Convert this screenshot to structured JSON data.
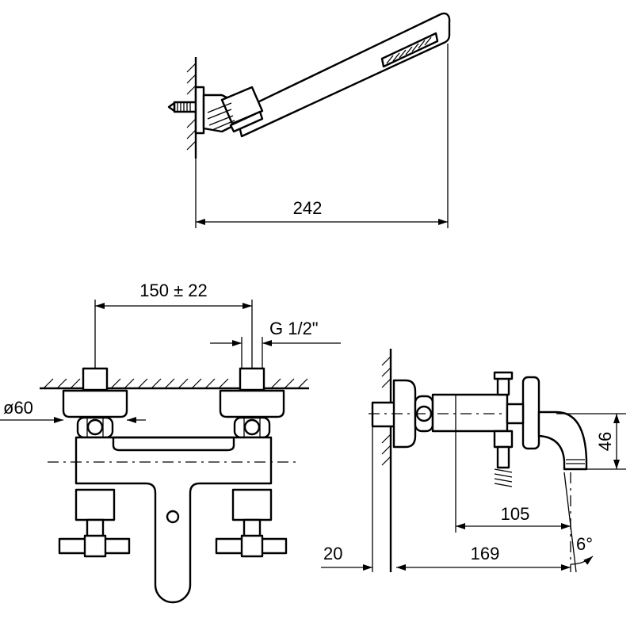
{
  "colors": {
    "ink": "#000000",
    "paper": "#ffffff"
  },
  "dimensions": {
    "hand_shower_length": "242",
    "inlet_spacing": "150 ± 22",
    "connection_thread": "G 1/2\"",
    "escutcheon_diameter": "ø60",
    "outlet_height": "46",
    "spout_reach": "105",
    "total_projection": "169",
    "wall_offset": "20",
    "spout_angle": "6°"
  }
}
